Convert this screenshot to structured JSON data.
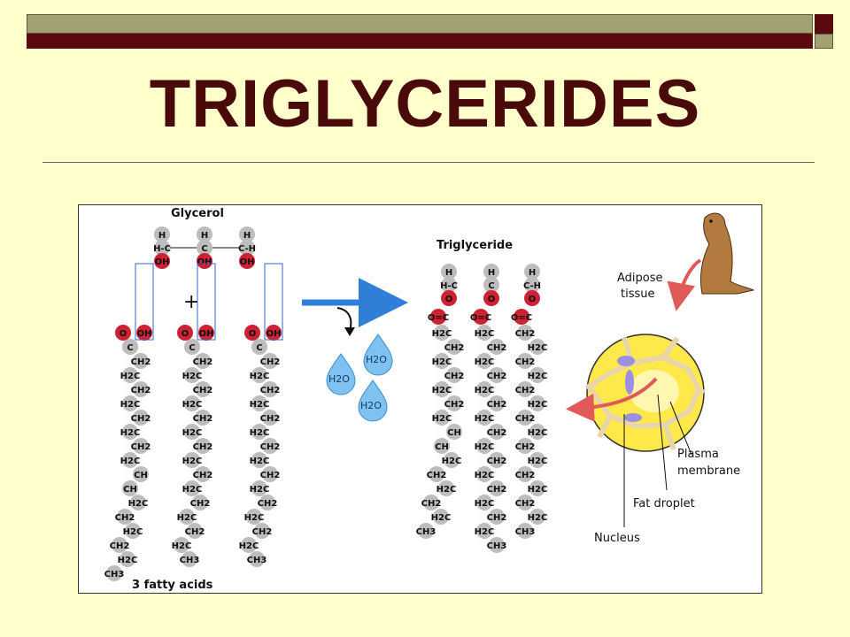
{
  "slide": {
    "title": "TRIGLYCERIDES"
  },
  "figure": {
    "labels": {
      "glycerol": "Glycerol",
      "fatty_acids": "3 fatty acids",
      "triglyceride": "Triglyceride",
      "plus": "+",
      "water": "H2O",
      "adipose_line1": "Adipose",
      "adipose_line2": "tissue",
      "plasma_line1": "Plasma",
      "plasma_line2": "membrane",
      "fat_droplet": "Fat droplet",
      "nucleus": "Nucleus"
    },
    "glycerol_rows": [
      [
        "H",
        "H",
        "H"
      ],
      [
        "H-C",
        "C",
        "C-H"
      ],
      [
        "OH",
        "OH",
        "OH"
      ]
    ],
    "fatty_acid_chains": [
      [
        "C",
        "CH2",
        "H2C",
        "CH2",
        "H2C",
        "CH2",
        "H2C",
        "CH2",
        "H2C",
        "CH",
        "CH",
        "H2C",
        "CH2",
        "H2C",
        "CH2",
        "H2C",
        "CH3"
      ],
      [
        "C",
        "CH2",
        "H2C",
        "CH2",
        "H2C",
        "CH2",
        "H2C",
        "CH2",
        "H2C",
        "CH2",
        "H2C",
        "CH2",
        "H2C",
        "CH2",
        "H2C",
        "CH3"
      ],
      [
        "C",
        "CH2",
        "H2C",
        "CH2",
        "H2C",
        "CH2",
        "H2C",
        "CH2",
        "H2C",
        "CH2",
        "H2C",
        "CH2",
        "H2C",
        "CH2",
        "H2C",
        "CH3"
      ]
    ],
    "triglyceride_chains": [
      [
        "H2C",
        "CH2",
        "H2C",
        "CH2",
        "H2C",
        "CH2",
        "H2C",
        "CH",
        "CH",
        "H2C",
        "CH2",
        "H2C",
        "CH2",
        "H2C",
        "CH3"
      ],
      [
        "H2C",
        "CH2",
        "H2C",
        "CH2",
        "H2C",
        "CH2",
        "H2C",
        "CH2",
        "H2C",
        "CH2",
        "H2C",
        "CH2",
        "H2C",
        "CH2",
        "H2C",
        "CH3"
      ],
      [
        "CH2",
        "H2C",
        "CH2",
        "H2C",
        "CH2",
        "H2C",
        "CH2",
        "H2C",
        "CH2",
        "H2C",
        "CH2",
        "H2C",
        "CH2",
        "H2C",
        "CH3"
      ]
    ],
    "colors": {
      "oxygen": "#CC2233",
      "atom": "#BDBDBD",
      "bond_box": "#3366CC",
      "arrow_blue": "#2F7FD6",
      "arrow_red": "#E05A5A",
      "cell_yellow": "#FFE84A",
      "membrane": "#E9D6A8"
    }
  }
}
